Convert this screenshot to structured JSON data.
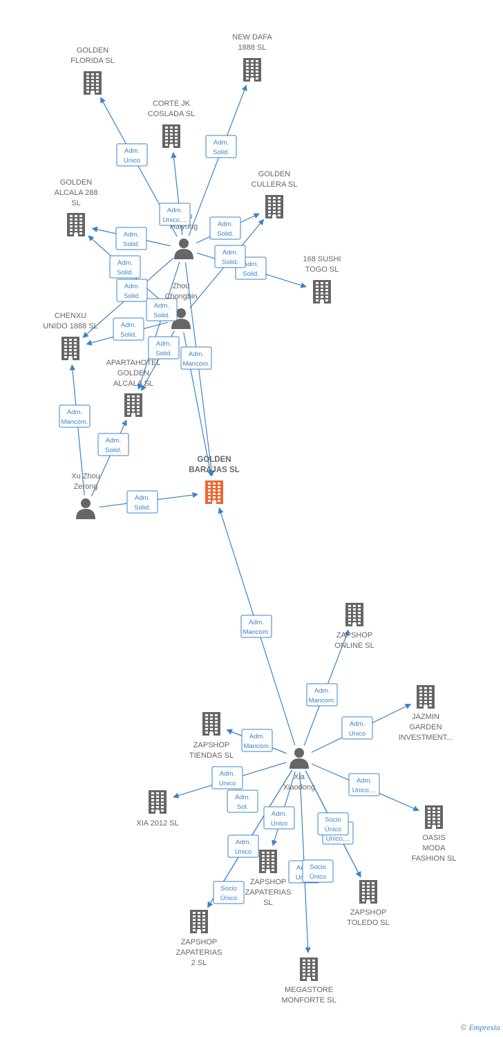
{
  "colors": {
    "edge": "#3b82c8",
    "company": "#666666",
    "focus": "#ee6633",
    "person": "#666666"
  },
  "nodes": [
    {
      "id": "golden_barajas",
      "kind": "company",
      "focus": true,
      "label": [
        "GOLDEN",
        "BARAJAS  SL"
      ]
    },
    {
      "id": "golden_florida",
      "kind": "company",
      "label": [
        "GOLDEN",
        "FLORIDA  SL"
      ]
    },
    {
      "id": "new_dafa",
      "kind": "company",
      "label": [
        "NEW DAFA",
        "1888  SL"
      ]
    },
    {
      "id": "corte_jk",
      "kind": "company",
      "label": [
        "CORTE JK",
        "COSLADA  SL"
      ]
    },
    {
      "id": "golden_cullera",
      "kind": "company",
      "label": [
        "GOLDEN",
        "CULLERA  SL"
      ]
    },
    {
      "id": "golden_alcala288",
      "kind": "company",
      "label": [
        "GOLDEN",
        "ALCALA 288",
        "SL"
      ]
    },
    {
      "id": "sushi168",
      "kind": "company",
      "label": [
        "168 SUSHI",
        "TOGO SL"
      ]
    },
    {
      "id": "chenxu",
      "kind": "company",
      "label": [
        "CHENXU",
        "UNIDO 1888  SL"
      ]
    },
    {
      "id": "apartahotel",
      "kind": "company",
      "label": [
        "APARTAHOTEL",
        "GOLDEN",
        "ALCALA  SL"
      ]
    },
    {
      "id": "zapshop_online",
      "kind": "company",
      "label": [
        "ZAPSHOP",
        "ONLINE  SL"
      ]
    },
    {
      "id": "jazmin",
      "kind": "company",
      "label": [
        "JAZMIN",
        "GARDEN",
        "INVESTMENT..."
      ]
    },
    {
      "id": "zapshop_tiendas",
      "kind": "company",
      "label": [
        "ZAPSHOP",
        "TIENDAS  SL"
      ]
    },
    {
      "id": "xia2012",
      "kind": "company",
      "label": [
        "XIA 2012 SL"
      ]
    },
    {
      "id": "oasis",
      "kind": "company",
      "label": [
        "OASIS",
        "MODA",
        "FASHION SL"
      ]
    },
    {
      "id": "zapshop_zapaterias",
      "kind": "company",
      "label": [
        "ZAPSHOP",
        "ZAPATERIAS",
        "SL"
      ]
    },
    {
      "id": "zapshop_toledo",
      "kind": "company",
      "label": [
        "ZAPSHOP",
        "TOLEDO  SL"
      ]
    },
    {
      "id": "zapshop_zapaterias2",
      "kind": "company",
      "label": [
        "ZAPSHOP",
        "ZAPATERIAS",
        "2  SL"
      ]
    },
    {
      "id": "megastore",
      "kind": "company",
      "label": [
        "MEGASTORE",
        "MONFORTE  SL"
      ]
    },
    {
      "id": "zhou_haiyong",
      "kind": "person",
      "label": [
        "Zhou",
        "Haiyong"
      ]
    },
    {
      "id": "zhou_chongbin",
      "kind": "person",
      "label": [
        "Zhou",
        "Chongbin"
      ]
    },
    {
      "id": "xu_zhou_zerong",
      "kind": "person",
      "label": [
        "Xu Zhou",
        "Zerong"
      ]
    },
    {
      "id": "xia_xiaodong",
      "kind": "person",
      "label": [
        "Xia",
        "Xiaodong"
      ]
    }
  ],
  "edges": [
    {
      "from": "zhou_haiyong",
      "to": "golden_florida",
      "label": [
        "Adm.",
        "Unico"
      ]
    },
    {
      "from": "zhou_haiyong",
      "to": "corte_jk",
      "label": [
        "Adm.",
        "Unico,..."
      ]
    },
    {
      "from": "zhou_haiyong",
      "to": "new_dafa",
      "label": [
        "Adm.",
        "Solid."
      ]
    },
    {
      "from": "zhou_haiyong",
      "to": "golden_cullera",
      "label": [
        "Adm.",
        "Solid."
      ]
    },
    {
      "from": "zhou_haiyong",
      "to": "golden_alcala288",
      "label": [
        "Adm.",
        "Solid."
      ]
    },
    {
      "from": "zhou_haiyong",
      "to": "sushi168",
      "label": [
        "Adm.",
        "Solid."
      ]
    },
    {
      "from": "zhou_haiyong",
      "to": "chenxu",
      "label": [
        "Adm.",
        "Solid."
      ]
    },
    {
      "from": "zhou_haiyong",
      "to": "apartahotel",
      "label": [
        "Adm.",
        "Solid."
      ]
    },
    {
      "from": "zhou_haiyong",
      "to": "golden_barajas",
      "label": [
        "Adm.",
        "Mancom."
      ]
    },
    {
      "from": "zhou_chongbin",
      "to": "golden_alcala288",
      "label": [
        "Adm.",
        "Solid."
      ]
    },
    {
      "from": "zhou_chongbin",
      "to": "golden_cullera",
      "label": [
        "Adm.",
        "Solid."
      ]
    },
    {
      "from": "zhou_chongbin",
      "to": "chenxu",
      "label": [
        "Adm.",
        "Solid."
      ]
    },
    {
      "from": "zhou_chongbin",
      "to": "apartahotel",
      "label": [
        "Adm.",
        "Solid."
      ]
    },
    {
      "from": "zhou_chongbin",
      "to": "golden_barajas",
      "label": [
        "Adm.",
        "Mancom."
      ]
    },
    {
      "from": "xu_zhou_zerong",
      "to": "chenxu",
      "label": [
        "Adm.",
        "Solid."
      ]
    },
    {
      "from": "xu_zhou_zerong",
      "to": "apartahotel",
      "label": [
        "Adm.",
        "Solid."
      ]
    },
    {
      "from": "xu_zhou_zerong",
      "to": "golden_barajas",
      "label": [
        "Adm.",
        "Mancom."
      ]
    },
    {
      "from": "xia_xiaodong",
      "to": "golden_barajas",
      "label": [
        "Adm.",
        "Mancom."
      ]
    },
    {
      "from": "xia_xiaodong",
      "to": "zapshop_online",
      "label": [
        "Adm.",
        "Unico"
      ]
    },
    {
      "from": "xia_xiaodong",
      "to": "jazmin",
      "label": [
        "Adm.",
        "Mancom."
      ]
    },
    {
      "from": "xia_xiaodong",
      "to": "zapshop_tiendas",
      "label": [
        "Adm.",
        "Unico"
      ]
    },
    {
      "from": "xia_xiaodong",
      "to": "xia2012",
      "label": [
        "Adm.",
        "Unico,..."
      ]
    },
    {
      "from": "xia_xiaodong",
      "to": "oasis",
      "label": [
        "Adm.",
        "Unico"
      ]
    },
    {
      "from": "xia_xiaodong",
      "to": "zapshop_zapaterias",
      "label": [
        "Adm.",
        "Unico,..."
      ]
    },
    {
      "from": "xia_xiaodong",
      "to": "zapshop_toledo",
      "label": [
        "Adm.",
        "Unico"
      ]
    },
    {
      "from": "xia_xiaodong",
      "to": "zapshop_zapaterias2",
      "label": [
        "Adm.",
        "Unico"
      ]
    },
    {
      "from": "xia_xiaodong",
      "to": "megastore",
      "label": [
        "Adm.",
        "Sol."
      ]
    },
    {
      "from": "xia_xiaodong",
      "to": "zapshop_tiendas",
      "label": [
        "Socio",
        "Único"
      ]
    },
    {
      "from": "xia_xiaodong",
      "to": "zapshop_zapaterias2",
      "label": [
        "Socio",
        "Único"
      ]
    },
    {
      "from": "xia_xiaodong",
      "to": "zapshop_toledo",
      "label": [
        "Socio",
        "Único"
      ]
    }
  ],
  "footer": {
    "copyright": "©",
    "brand": "Empresia"
  }
}
